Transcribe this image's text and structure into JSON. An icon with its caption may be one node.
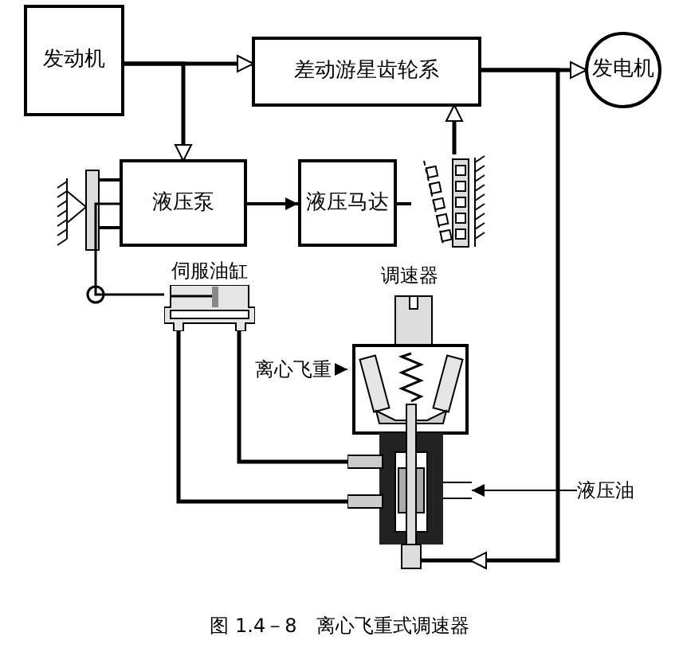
{
  "diagram": {
    "caption": "图 1.4－8　离心飞重式调速器",
    "nodes": [
      {
        "text": [
          "发动机"
        ]
      },
      {
        "text": [
          "差动游星齿轮系"
        ]
      },
      {
        "text": [
          "发电机"
        ]
      },
      {
        "text": [
          "液压泵"
        ]
      },
      {
        "text": [
          "液压马达"
        ]
      },
      {
        "text": [],
        "shape": "picture"
      },
      {
        "text": [
          "伺服油缸"
        ]
      },
      {
        "text": [
          "调速器"
        ]
      },
      {
        "text": [
          "液压油"
        ]
      },
      {
        "text": [
          "离心飞重"
        ]
      }
    ],
    "edges": [
      {
        "from": 0,
        "to": 1,
        "arrow": "to"
      },
      {
        "from": 0,
        "to": 3,
        "arrow": "to"
      },
      {
        "from": 1,
        "to": 2,
        "arrow": "to"
      },
      {
        "from": 1,
        "to": 7,
        "arrow": "to"
      },
      {
        "from": 3,
        "to": 4,
        "arrow": "to"
      },
      {
        "from": 4,
        "to": 5,
        "arrow": "none"
      },
      {
        "from": 5,
        "to": 1,
        "arrow": "to"
      },
      {
        "from": 7,
        "to": 6,
        "arrow": "none"
      },
      {
        "from": 7,
        "to": 6,
        "arrow": "none"
      },
      {
        "from": 6,
        "to": 3,
        "arrow": "none"
      },
      {
        "from": 8,
        "to": 7,
        "arrow": "to"
      },
      {
        "from": 9,
        "to": 7,
        "arrow": "to"
      }
    ]
  }
}
